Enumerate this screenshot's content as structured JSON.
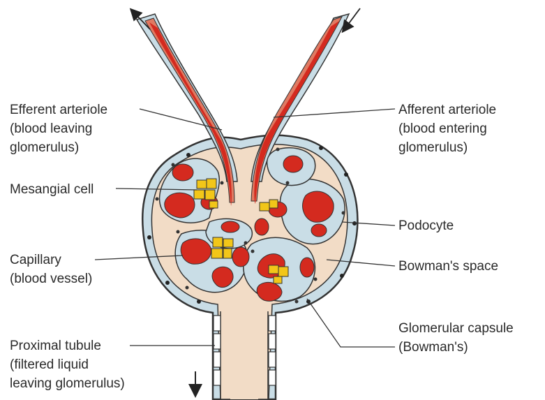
{
  "labels": {
    "efferent": {
      "line1": "Efferent arteriole",
      "line2": "(blood leaving",
      "line3": "glomerulus)"
    },
    "afferent": {
      "line1": "Afferent arteriole",
      "line2": "(blood entering",
      "line3": "glomerulus)"
    },
    "mesangial": {
      "line1": "Mesangial cell"
    },
    "podocyte": {
      "line1": "Podocyte"
    },
    "capillary": {
      "line1": "Capillary",
      "line2": "(blood vessel)"
    },
    "bowmans_space": {
      "line1": "Bowman's space"
    },
    "capsule": {
      "line1": "Glomerular capsule",
      "line2": "(Bowman's)"
    },
    "proximal": {
      "line1": "Proximal tubule",
      "line2": "(filtered liquid",
      "line3": "leaving glomerulus)"
    }
  },
  "colors": {
    "blood": "#d42a1f",
    "arteriole_wall": "#e07a62",
    "mesangial": "#f2c619",
    "capsule_fill": "#f2dcc6",
    "cell_lining": "#c9dde6",
    "outline": "#333333"
  }
}
